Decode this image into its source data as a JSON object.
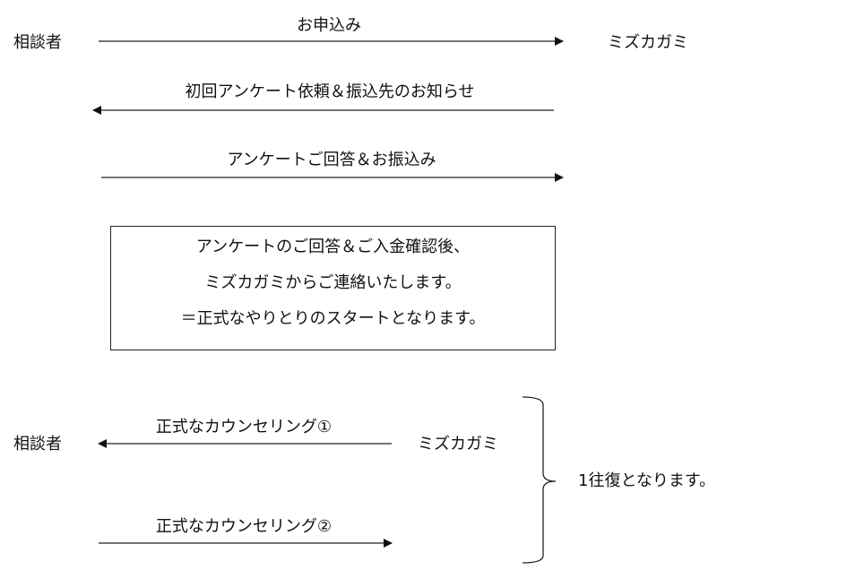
{
  "parties": {
    "client": "相談者",
    "provider": "ミズカガミ"
  },
  "steps": [
    {
      "label": "お申込み",
      "direction": "to-provider"
    },
    {
      "label": "初回アンケート依頼＆振込先のお知らせ",
      "direction": "to-client"
    },
    {
      "label": "アンケートご回答＆お振込み",
      "direction": "to-provider"
    }
  ],
  "notice": {
    "lines": [
      "アンケートのご回答＆ご入金確認後、",
      "ミズカガミからご連絡いたします。",
      "＝正式なやりとりのスタートとなります。"
    ]
  },
  "counseling": [
    {
      "label": "正式なカウンセリング①",
      "direction": "to-client"
    },
    {
      "label": "正式なカウンセリング②",
      "direction": "to-provider"
    }
  ],
  "brace_note": "1往復となります。"
}
